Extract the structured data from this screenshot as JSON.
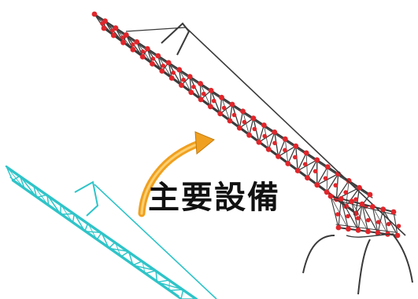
{
  "caption": {
    "text": "主要設備"
  },
  "colors": {
    "main_truss": "#3a3a3a",
    "joint_nodes": "#e0262b",
    "secondary_truss": "#2ec4c8",
    "arrow": "#f0a020",
    "background": "#ffffff"
  },
  "figures": [
    {
      "name": "crane-boom-model-with-joints",
      "style": "dark wireframe with red nodes"
    },
    {
      "name": "crane-boom-model-stress",
      "style": "cyan wireframe"
    }
  ]
}
